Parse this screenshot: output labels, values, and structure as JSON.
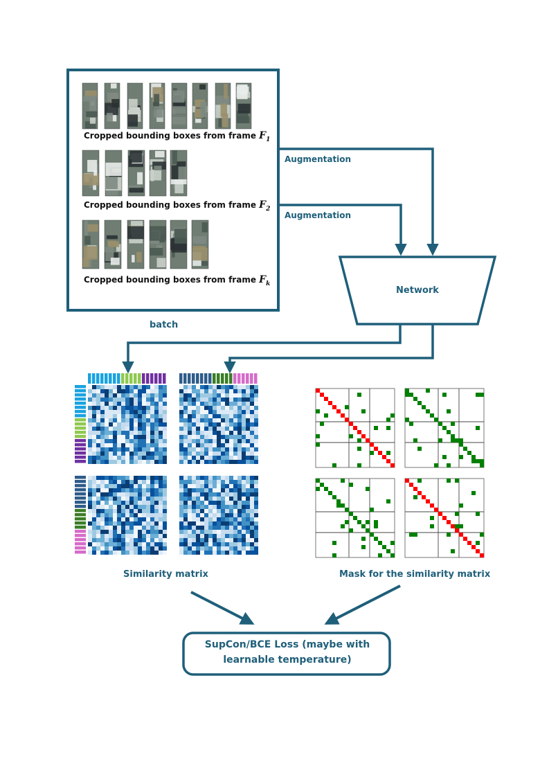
{
  "batch_box": {
    "caption_prefix": "Cropped bounding boxes from frame",
    "rows": [
      {
        "frame_letter": "F",
        "frame_index": "1",
        "crop_count": 8
      },
      {
        "frame_letter": "F",
        "frame_index": "2",
        "crop_count": 5
      },
      {
        "frame_letter": "F",
        "frame_index": "k",
        "crop_count": 6
      }
    ],
    "label": "batch"
  },
  "augmentation_labels": [
    "Augmentation",
    "Augmentation"
  ],
  "network_label": "Network",
  "similarity_caption": "Similarity matrix",
  "mask_caption": "Mask for the similarity matrix",
  "loss_label": "SupCon/BCE Loss (maybe with learnable temperature)",
  "colors": {
    "accent": "#1f5f7a",
    "group1_view1": "#1aa3e0",
    "group2_view1": "#90c850",
    "group3_view1": "#7030a0",
    "group1_view2": "#2e5c8a",
    "group2_view2": "#3a7d26",
    "group3_view2": "#d66bc9",
    "mask_positive": "#008000",
    "mask_diagonal": "#ff0000"
  }
}
